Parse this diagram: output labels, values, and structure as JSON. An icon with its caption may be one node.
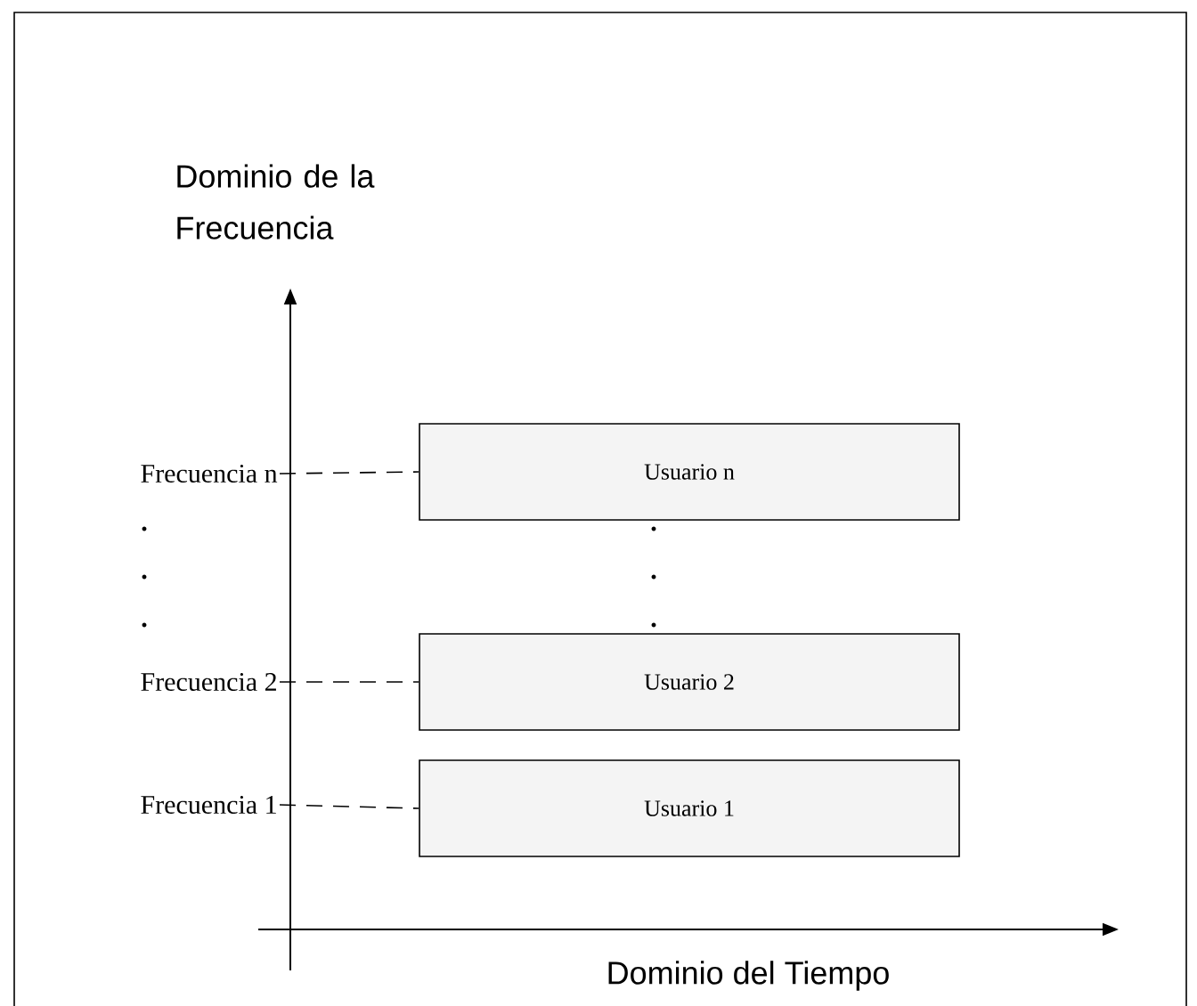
{
  "diagram": {
    "nodes": [
      {
        "text": [
          "Frecuencia  n"
        ]
      },
      {
        "text": [
          "Usuario n"
        ]
      },
      {
        "text": [
          "Frecuencia 2"
        ]
      },
      {
        "text": [
          "Usuario 2"
        ]
      },
      {
        "text": [
          "Frecuencia 1"
        ]
      },
      {
        "text": [
          "Usuario 1"
        ]
      }
    ],
    "edges": [
      {
        "from": 0,
        "to": 1,
        "arrow": "none",
        "style": "dashed"
      },
      {
        "from": 2,
        "to": 3,
        "arrow": "none",
        "style": "dashed"
      },
      {
        "from": 4,
        "to": 5,
        "arrow": "none",
        "style": "dashed"
      }
    ],
    "labels": [
      "Dominio de la Frecuencia",
      ".",
      ".",
      ".",
      ".",
      ".",
      ".",
      "Dominio del Tiempo"
    ]
  }
}
